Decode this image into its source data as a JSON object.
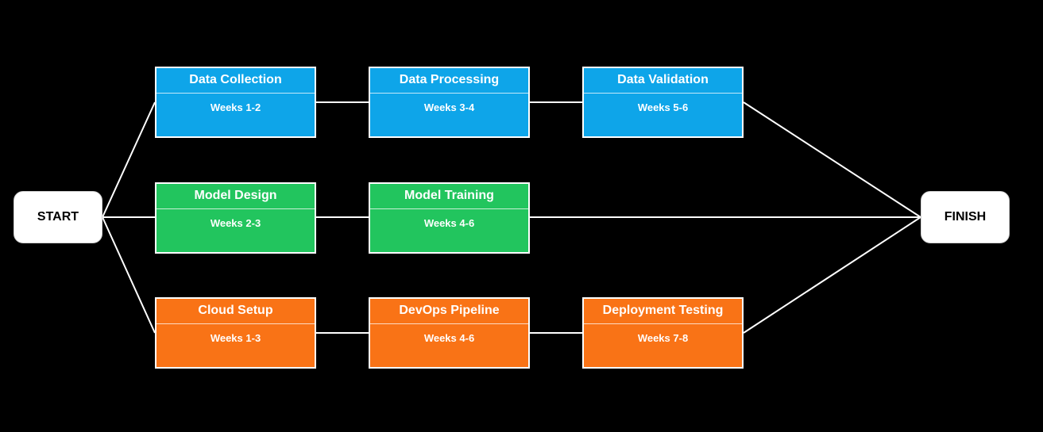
{
  "colors": {
    "data_track": "#0ea5e9",
    "model_track": "#22c55e",
    "infra_track": "#f97316",
    "background": "#000000",
    "connector": "#ffffff"
  },
  "start": {
    "label": "START"
  },
  "finish": {
    "label": "FINISH"
  },
  "tracks": [
    {
      "tasks": [
        {
          "title": "Data Collection",
          "weeks": "Weeks 1-2"
        },
        {
          "title": "Data Processing",
          "weeks": "Weeks 3-4"
        },
        {
          "title": "Data Validation",
          "weeks": "Weeks 5-6"
        }
      ]
    },
    {
      "tasks": [
        {
          "title": "Model Design",
          "weeks": "Weeks 2-3"
        },
        {
          "title": "Model Training",
          "weeks": "Weeks 4-6"
        }
      ]
    },
    {
      "tasks": [
        {
          "title": "Cloud Setup",
          "weeks": "Weeks 1-3"
        },
        {
          "title": "DevOps Pipeline",
          "weeks": "Weeks 4-6"
        },
        {
          "title": "Deployment Testing",
          "weeks": "Weeks 7-8"
        }
      ]
    }
  ]
}
